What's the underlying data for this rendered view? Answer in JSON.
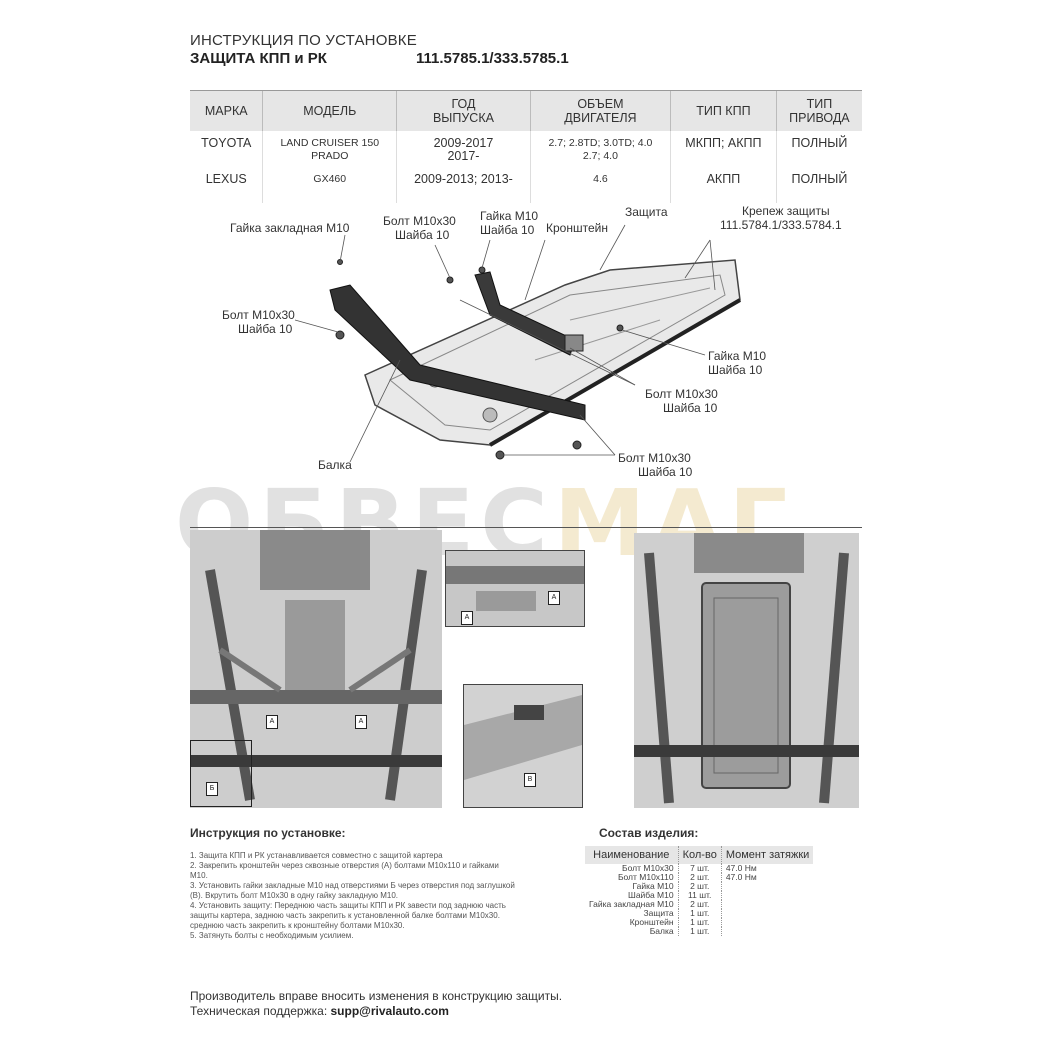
{
  "header": {
    "line1": "ИНСТРУКЦИЯ ПО УСТАНОВКЕ",
    "line2": "ЗАЩИТА КПП и РК",
    "code": "111.5785.1/333.5785.1"
  },
  "spec_table": {
    "headers": [
      [
        "МАРКА"
      ],
      [
        "МОДЕЛЬ"
      ],
      [
        "ГОД",
        "ВЫПУСКА"
      ],
      [
        "ОБЪЕМ",
        "ДВИГАТЕЛЯ"
      ],
      [
        "ТИП КПП"
      ],
      [
        "ТИП",
        "ПРИВОДА"
      ]
    ],
    "rows": [
      [
        [
          "TOYOTA"
        ],
        [
          "LAND CRUISER 150",
          "PRADO"
        ],
        [
          "2009-2017",
          "2017-"
        ],
        [
          "2.7; 2.8TD; 3.0TD; 4.0",
          "2.7; 4.0"
        ],
        [
          "МКПП; АКПП"
        ],
        [
          "ПОЛНЫЙ"
        ]
      ],
      [
        [
          "LEXUS"
        ],
        [
          "GX460"
        ],
        [
          "2009-2013; 2013-"
        ],
        [
          "4.6"
        ],
        [
          "АКПП"
        ],
        [
          "ПОЛНЫЙ"
        ]
      ]
    ]
  },
  "diagram_labels": {
    "nut_embed": "Гайка закладная М10",
    "bolt_top_a": "Болт М10х30",
    "washer_top_a": "Шайба 10",
    "nut_top": "Гайка М10",
    "washer_nut_top": "Шайба 10",
    "bracket": "Кронштейн",
    "guard": "Защита",
    "fastener": "Крепеж защиты",
    "fastener_code": "111.5784.1/333.5784.1",
    "bolt_left": "Болт М10х30",
    "washer_left": "Шайба 10",
    "nut_right": "Гайка М10",
    "washer_nut_right": "Шайба 10",
    "bolt_mid": "Болт М10х30",
    "washer_mid": "Шайба 10",
    "beam": "Балка",
    "bolt_bottom": "Болт М10х30",
    "washer_bottom": "Шайба 10"
  },
  "watermark": {
    "part1": "ОБВЕС",
    "part2": "МАГ"
  },
  "photo_markers": {
    "a": "А",
    "b": "Б",
    "v": "В"
  },
  "instructions": {
    "title": "Инструкция по установке:",
    "steps": [
      "1. Защита КПП и РК устанавливается совместно с защитой картера",
      "2. Закрепить кронштейн через сквозные отверстия (А) болтами М10х110 и гайками",
      "М10.",
      "3. Установить гайки закладные М10 над отверстиями Б через отверстия под заглушкой",
      "(В). Вкрутить болт М10х30 в одну гайку закладную М10.",
      "4. Установить защиту: Переднюю часть защиты КПП и РК завести под заднюю часть",
      "защиты картера, заднюю часть закрепить к установленной балке болтами М10х30.",
      "среднюю часть закрепить к кронштейну болтами М10х30.",
      "5. Затянуть болты с необходимым усилием."
    ]
  },
  "parts": {
    "title": "Состав изделия:",
    "headers": [
      "Наименование",
      "Кол-во",
      "Момент затяжки"
    ],
    "rows": [
      [
        "Болт М10х30",
        "7 шт.",
        "47.0 Нм"
      ],
      [
        "Болт М10х110",
        "2 шт.",
        "47.0 Нм"
      ],
      [
        "Гайка М10",
        "2 шт.",
        ""
      ],
      [
        "Шайба М10",
        "11 шт.",
        ""
      ],
      [
        "Гайка закладная М10",
        "2 шт.",
        ""
      ],
      [
        "Защита",
        "1 шт.",
        ""
      ],
      [
        "Кронштейн",
        "1 шт.",
        ""
      ],
      [
        "Балка",
        "1 шт.",
        ""
      ]
    ]
  },
  "footer": {
    "note": "Производитель вправе вносить изменения в конструкцию защиты.",
    "support_label": "Техническая поддержка:",
    "support_email": "supp@rivalauto.com"
  }
}
